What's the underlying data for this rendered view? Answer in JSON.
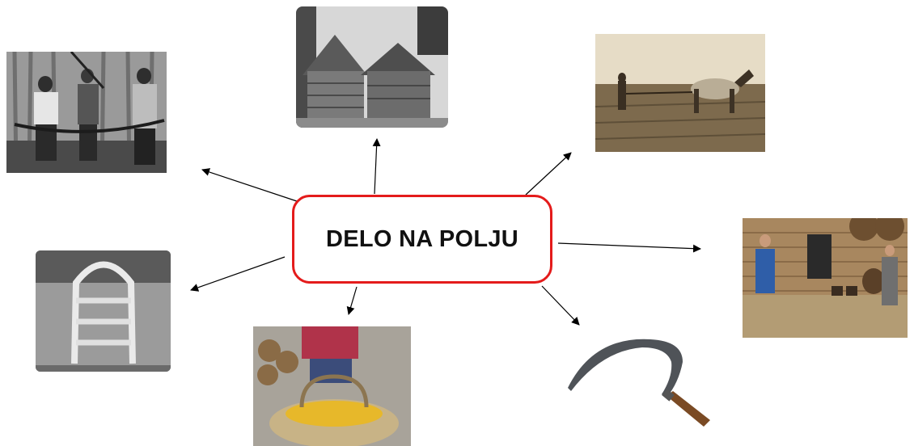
{
  "center": {
    "title": "DELO NA POLJU"
  },
  "colors": {
    "border": "#e41b1b",
    "arrow": "#000000",
    "text": "#111111"
  },
  "photos": [
    {
      "name": "photo-lumberjacks",
      "description_icon": "photo-icon"
    },
    {
      "name": "photo-hayracks",
      "description_icon": "photo-icon"
    },
    {
      "name": "photo-ploughing-horse",
      "description_icon": "photo-icon"
    },
    {
      "name": "photo-wooden-frame",
      "description_icon": "photo-icon"
    },
    {
      "name": "photo-corn-basket",
      "description_icon": "photo-icon"
    },
    {
      "name": "photo-sickle",
      "description_icon": "sickle-icon"
    },
    {
      "name": "photo-threshing-room",
      "description_icon": "photo-icon"
    }
  ]
}
